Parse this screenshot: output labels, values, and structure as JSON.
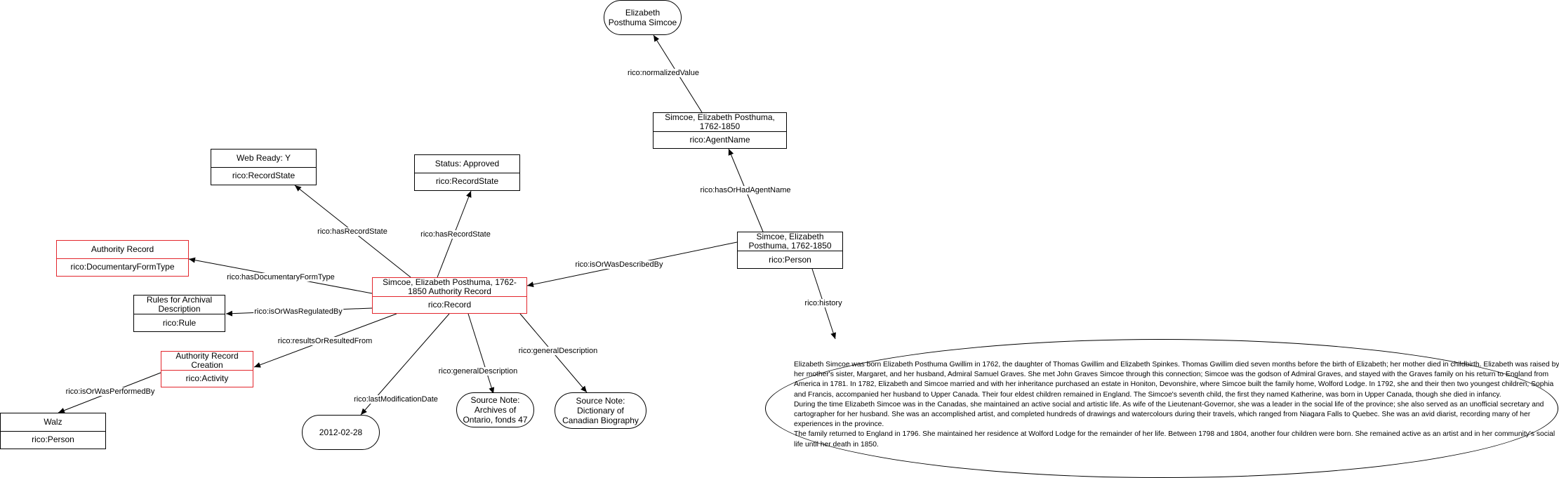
{
  "nodes": {
    "record": {
      "title": "Simcoe, Elizabeth Posthuma, 1762-1850 Authority Record",
      "type": "rico:Record"
    },
    "web_ready": {
      "title": "Web Ready: Y",
      "type": "rico:RecordState"
    },
    "status": {
      "title": "Status: Approved",
      "type": "rico:RecordState"
    },
    "authority_record": {
      "title": "Authority Record",
      "type": "rico:DocumentaryFormType"
    },
    "rules": {
      "title": "Rules for Archival Description",
      "type": "rico:Rule"
    },
    "creation": {
      "title": "Authority Record Creation",
      "type": "rico:Activity"
    },
    "walz": {
      "title": "Walz",
      "type": "rico:Person"
    },
    "date": {
      "text": "2012-02-28"
    },
    "source_ao": {
      "text": "Source Note: Archives of Ontario, fonds 47"
    },
    "source_dcb": {
      "text": "Source Note: Dictionary of Canadian Biography"
    },
    "person": {
      "title": "Simcoe, Elizabeth Posthuma, 1762-1850",
      "type": "rico:Person"
    },
    "agent_name": {
      "title": "Simcoe, Elizabeth Posthuma, 1762-1850",
      "type": "rico:AgentName"
    },
    "normalized": {
      "text": "Elizabeth Posthuma Simcoe"
    },
    "history": {
      "paragraphs": [
        "Elizabeth Simcoe was born Elizabeth Posthuma Gwillim in 1762, the daughter of Thomas Gwillim and Elizabeth Spinkes. Thomas Gwillim died seven months before the birth of Elizabeth; her mother died in childbirth. Elizabeth was raised by her mother's sister, Margaret, and her husband, Admiral Samuel Graves. She met John Graves Simcoe through this connection; Simcoe was the godson of Admiral Graves, and stayed with the Graves family on his return to England from America in 1781. In 1782, Elizabeth and Simcoe married and with her inheritance purchased an estate in Honiton, Devonshire, where Simcoe built the family home, Wolford Lodge. In 1792, she and their then two youngest children, Sophia and Francis, accompanied her husband to Upper Canada. Their four eldest children remained in England. The Simcoe's seventh child, the first they named Katherine, was born in Upper Canada, though she died in infancy.",
        "During the time Elizabeth Simcoe was in the Canadas, she maintained an active social and artistic life. As wife of the Lieutenant-Governor, she was a leader in the social life of the province; she also served as an unofficial secretary and cartographer for her husband. She was an accomplished artist, and completed hundreds of drawings and watercolours during their travels, which ranged from Niagara Falls to Quebec. She was an avid diarist, recording many of her experiences in the province.",
        "The family returned to England in 1796. She maintained her residence at Wolford Lodge for the remainder of her life. Between 1798 and 1804, another four children were born. She remained active as an artist and in her community's social life until her death in 1850."
      ]
    }
  },
  "edges": {
    "has_record_state_1": "rico:hasRecordState",
    "has_record_state_2": "rico:hasRecordState",
    "has_documentary_form_type": "rico:hasDocumentaryFormType",
    "is_or_was_regulated_by": "rico:isOrWasRegulatedBy",
    "results_or_resulted_from": "rico:resultsOrResultedFrom",
    "is_or_was_performed_by": "rico:isOrWasPerformedBy",
    "last_modification_date": "rico:lastModificationDate",
    "general_description_1": "rico:generalDescription",
    "general_description_2": "rico:generalDescription",
    "is_or_was_described_by": "rico:isOrWasDescribedBy",
    "has_or_had_agent_name": "rico:hasOrHadAgentName",
    "normalized_value": "rico:normalizedValue",
    "history": "rico:history"
  },
  "colors": {
    "line": "#000000",
    "highlight_border": "#e3262c"
  }
}
